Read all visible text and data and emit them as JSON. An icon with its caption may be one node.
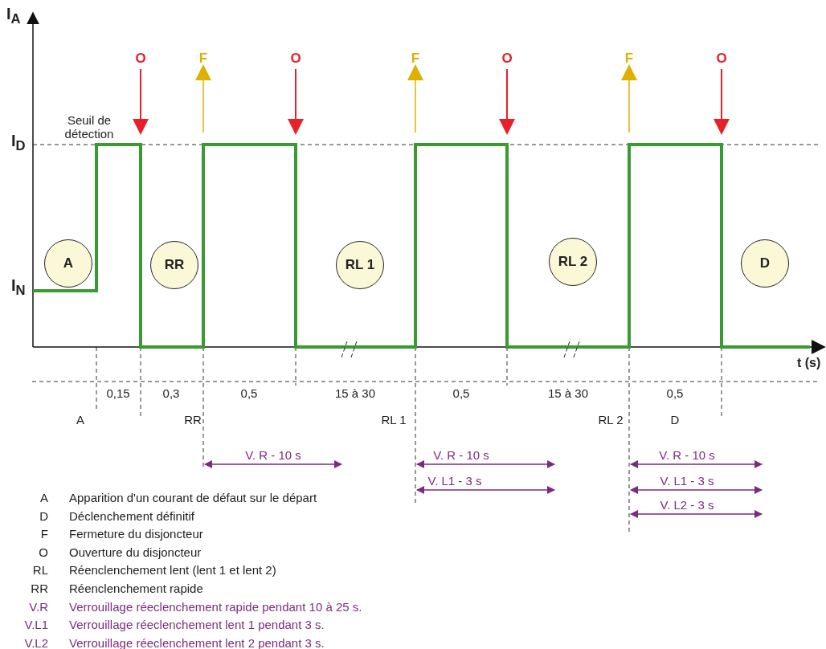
{
  "diagram": {
    "nodes": [
      {
        "text": [
          "A"
        ]
      },
      {
        "text": [
          "RR"
        ]
      },
      {
        "text": [
          "RL 1"
        ]
      },
      {
        "text": [
          "RL 2"
        ]
      },
      {
        "text": [
          "D"
        ]
      }
    ],
    "labels": [
      "I$_{A}$",
      "O",
      "F",
      "O",
      "F",
      "O",
      "F",
      "O",
      "Seuil de détection",
      "I$_{D}$",
      "I$_{N}$",
      "t (s)",
      "0,15",
      "0,3",
      "0,5",
      "15 à 30",
      "0,5",
      "15 à 30",
      "0,5",
      "A",
      "RR",
      "RL 1",
      "RL 2",
      "D",
      "V. R - 10 s",
      "V. R - 10 s",
      "V. L1 - 3 s",
      "V. R - 10 s",
      "V. L1 - 3 s",
      "V. L2 - 3 s",
      "A",
      "Apparition d'un courant de défaut sur le départ",
      "D",
      "Déclenchement définitif",
      "F",
      "Fermeture du disjoncteur",
      "O",
      "Ouverture du disjoncteur",
      "RL",
      "Réenclenchement lent (lent 1 et lent 2)",
      "RR",
      "Réenclenchement rapide",
      "V.R",
      "Verrouillage réeclenchement rapide pendant 10 à 25 s.",
      "V.L1",
      "Verrouillage réeclenchement lent 1 pendant 3 s.",
      "V.L2",
      "Verrouillage réeclenchement lent 2 pendant 3 s."
    ]
  }
}
